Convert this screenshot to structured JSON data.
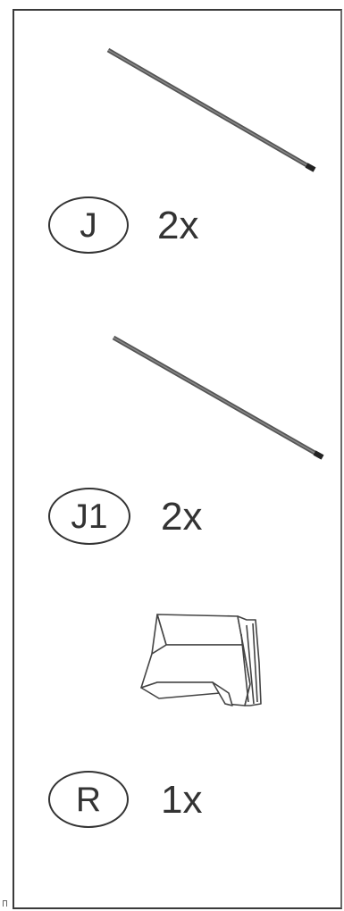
{
  "parts": [
    {
      "code": "J",
      "quantity": "2x",
      "illustration": "rod-icon"
    },
    {
      "code": "J1",
      "quantity": "2x",
      "illustration": "rod-icon"
    },
    {
      "code": "R",
      "quantity": "1x",
      "illustration": "bracket-icon"
    }
  ]
}
